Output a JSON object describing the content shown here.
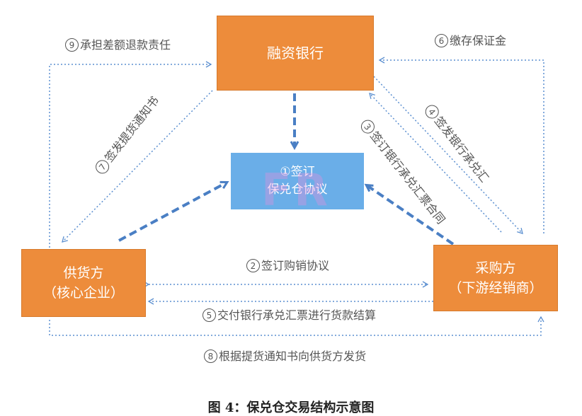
{
  "nodes": {
    "bank": "融资银行",
    "agreement_line1": "①签订",
    "agreement_line2": "保兑仓协议",
    "supplier_line1": "供货方",
    "supplier_line2": "（核心企业）",
    "buyer_line1": "采购方",
    "buyer_line2": "（下游经销商）"
  },
  "watermark": "FR",
  "steps": {
    "s2": {
      "num": "2",
      "text": "签订购销协议"
    },
    "s3": {
      "num": "3",
      "text": "签订银行承兑汇票合同"
    },
    "s4": {
      "num": "4",
      "text": "签发银行承兑汇"
    },
    "s5": {
      "num": "5",
      "text": "交付银行承兑汇票进行货款结算"
    },
    "s6": {
      "num": "6",
      "text": "缴存保证金"
    },
    "s7": {
      "num": "7",
      "text": "签发提货通知书"
    },
    "s8": {
      "num": "8",
      "text": "根据提货通知书向供货方发货"
    },
    "s9": {
      "num": "9",
      "text": "承担差额退款责任"
    }
  },
  "caption": "图 4：保兑仓交易结构示意图",
  "colors": {
    "orange": "#ed8c3b",
    "blue": "#6aaee8",
    "arrow_blue": "#4a7fc4",
    "dotted": "#5b8fd0"
  }
}
